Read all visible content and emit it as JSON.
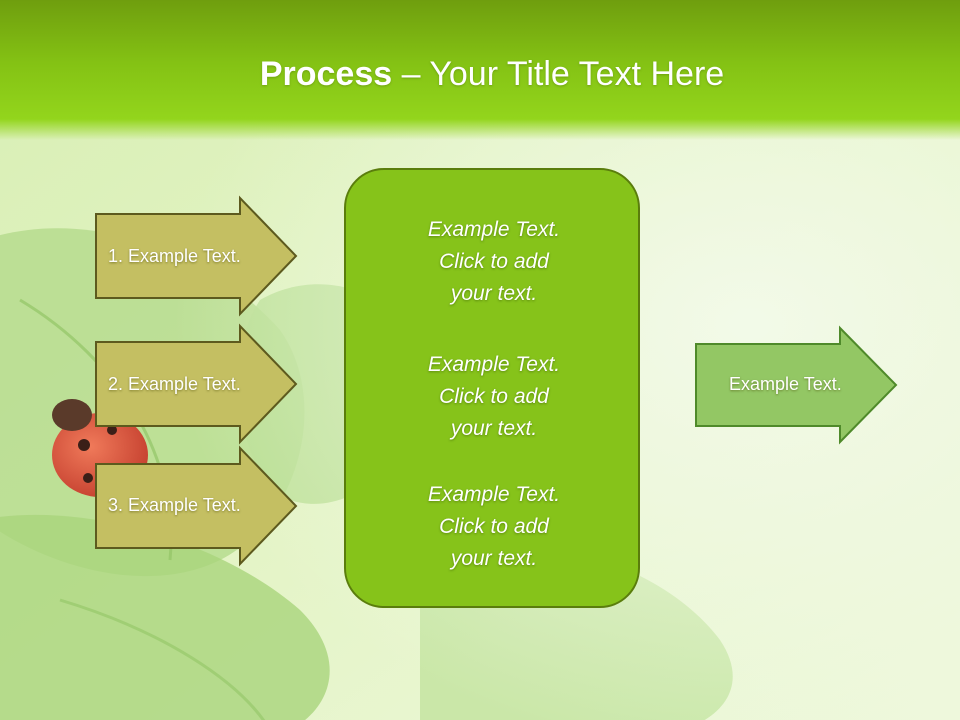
{
  "slide": {
    "title_bold": "Process",
    "title_rest": " – Your Title Text Here"
  },
  "left_arrows": [
    {
      "label": "1. Example Text."
    },
    {
      "label": "2. Example Text."
    },
    {
      "label": "3. Example Text."
    }
  ],
  "center_box": {
    "blocks": [
      {
        "line1": "Example Text.",
        "line2": "Click  to add",
        "line3": "your text."
      },
      {
        "line1": "Example Text.",
        "line2": "Click  to add",
        "line3": "your text."
      },
      {
        "line1": "Example Text.",
        "line2": "Click  to add",
        "line3": "your text."
      }
    ]
  },
  "right_arrow": {
    "label": "Example Text."
  },
  "colors": {
    "title_band": "#84c214",
    "left_arrow_fill": "#c4bf62",
    "left_arrow_border": "#5d5a1e",
    "center_box_fill": "#86c31a",
    "center_box_border": "#5a7d0c",
    "right_arrow_fill": "#93c764",
    "right_arrow_border": "#4f8a2a"
  },
  "background": {
    "image": "ladybug-on-leaf"
  }
}
